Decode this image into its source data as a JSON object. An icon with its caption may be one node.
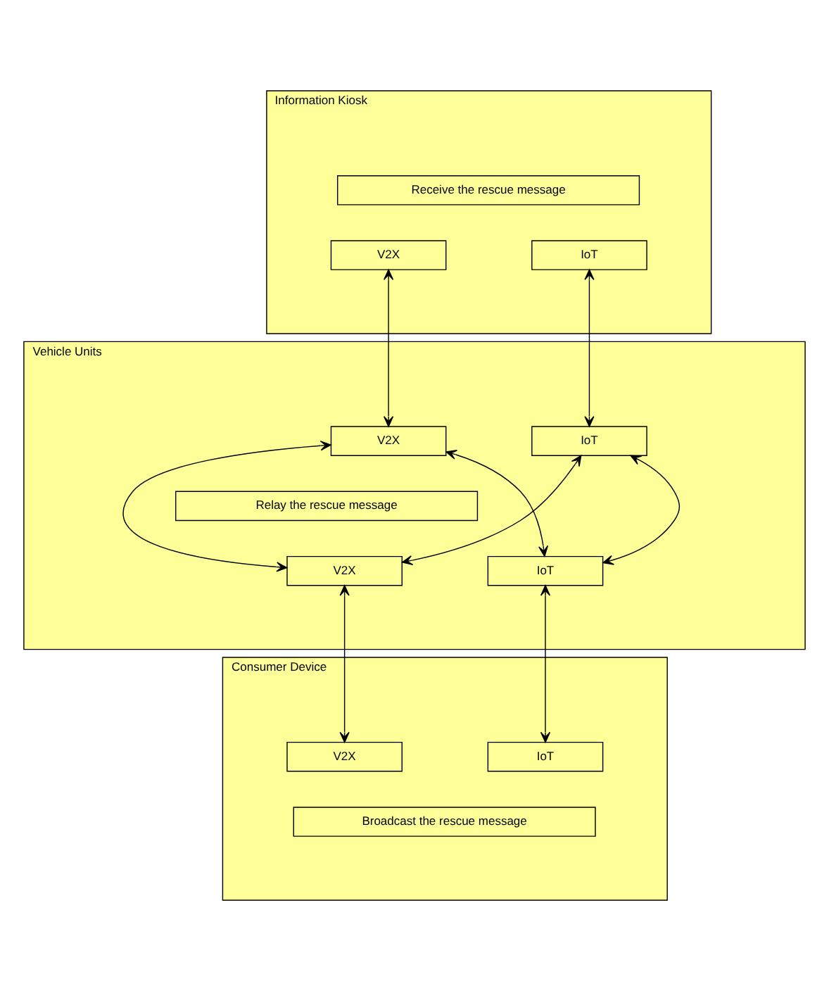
{
  "diagram": {
    "nodes": [
      {
        "text": [
          "Information Kiosk"
        ]
      },
      {
        "text": [
          "Receive the rescue message"
        ],
        "in": 0
      },
      {
        "text": [
          "V2X"
        ],
        "in": 0
      },
      {
        "text": [
          "IoT"
        ],
        "in": 0
      },
      {
        "text": [
          "Vehicle Units"
        ]
      },
      {
        "text": [
          "V2X"
        ],
        "in": 4
      },
      {
        "text": [
          "IoT"
        ],
        "in": 4
      },
      {
        "text": [
          "Relay the rescue message"
        ],
        "in": 4
      },
      {
        "text": [
          "V2X"
        ],
        "in": 4
      },
      {
        "text": [
          "IoT"
        ],
        "in": 4
      },
      {
        "text": [
          "Consumer Device"
        ]
      },
      {
        "text": [
          "V2X"
        ],
        "in": 10
      },
      {
        "text": [
          "IoT"
        ],
        "in": 10
      },
      {
        "text": [
          "Broadcast the rescue message"
        ],
        "in": 10
      }
    ],
    "edges": [
      {
        "from": 2,
        "to": 5,
        "arrow": "both"
      },
      {
        "from": 3,
        "to": 6,
        "arrow": "both"
      },
      {
        "from": 5,
        "to": 8,
        "arrow": "both"
      },
      {
        "from": 6,
        "to": 9,
        "arrow": "both"
      },
      {
        "from": 5,
        "to": 9,
        "arrow": "both"
      },
      {
        "from": 6,
        "to": 8,
        "arrow": "both"
      },
      {
        "from": 8,
        "to": 11,
        "arrow": "both"
      },
      {
        "from": 9,
        "to": 12,
        "arrow": "both"
      }
    ]
  }
}
